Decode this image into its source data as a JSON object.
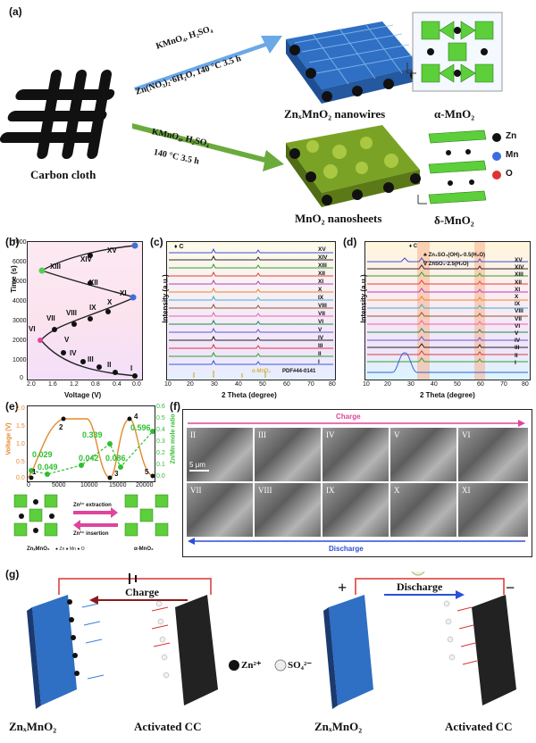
{
  "panel_a": {
    "label": "(a)",
    "carbon_cloth": "Carbon cloth",
    "top_arrow_line1": "KMnO₄, H₂SO₄",
    "top_arrow_line2": "Zn(NO₃)₂·6H₂O, 140 °C 3.5 h",
    "bottom_arrow_line1": "KMnO₄, H₂SO₄",
    "bottom_arrow_line2": "140 °C 3.5 h",
    "product_top": "ZnₓMnO₂ nanowires",
    "product_bottom": "MnO₂ nanosheets",
    "alpha": "α-MnO₂",
    "delta": "δ-MnO₂",
    "legend": [
      "Zn",
      "Mn",
      "O"
    ],
    "colors": {
      "arrow_top": "#5aa0e0",
      "arrow_bottom": "#6aab3c",
      "wires": "#2f6fc4",
      "sheets": "#6e9a22"
    }
  },
  "panel_b": {
    "label": "(b)",
    "ylabel": "Time (s)",
    "xlabel": "Voltage (V)",
    "yticks": [
      "0",
      "1000",
      "2000",
      "3000",
      "4000",
      "5000",
      "6000",
      "7000"
    ],
    "xticks": [
      "2.0",
      "1.6",
      "1.2",
      "0.8",
      "0.4",
      "0.0"
    ],
    "points": [
      "I",
      "II",
      "III",
      "IV",
      "V",
      "VI",
      "VII",
      "VIII",
      "IX",
      "X",
      "XI",
      "XII",
      "XIII",
      "XIV",
      "XV"
    ]
  },
  "panel_c": {
    "label": "(c)",
    "legend": "♦ C",
    "ylabel": "Intensity (a.u.)",
    "xlabel": "2 Theta (degree)",
    "xticks": [
      "10",
      "20",
      "30",
      "40",
      "50",
      "60",
      "70",
      "80"
    ],
    "ref": "α-MnO₂",
    "pdf": "PDF#44-0141",
    "curves": [
      "XV",
      "XIV",
      "XIII",
      "XII",
      "XI",
      "X",
      "IX",
      "VIII",
      "VII",
      "VI",
      "V",
      "IV",
      "III",
      "II",
      "I"
    ]
  },
  "panel_d": {
    "label": "(d)",
    "legend1": "♦ C",
    "legend2": "♣ Zn₄SO₄(OH)₆·0.5(H₂O)",
    "legend3": "∇ ZnSO₄·2.5(H₂O)",
    "ylabel": "Intensity (a.u.)",
    "xlabel": "2 Theta (degree)",
    "xticks": [
      "10",
      "20",
      "30",
      "40",
      "50",
      "60",
      "70",
      "80"
    ],
    "curves": [
      "XV",
      "XIV",
      "XIII",
      "XII",
      "XI",
      "X",
      "IX",
      "VIII",
      "VII",
      "VI",
      "V",
      "IV",
      "III",
      "II",
      "I"
    ]
  },
  "panel_e": {
    "label": "(e)",
    "ylabel_left": "Voltage (V)",
    "ylabel_right": "Zn/Mn mole ratio",
    "yticks_left": [
      "0.0",
      "0.5",
      "1.0",
      "1.5",
      "2.0"
    ],
    "yticks_right": [
      "0.0",
      "0.1",
      "0.2",
      "0.3",
      "0.4",
      "0.5",
      "0.6"
    ],
    "xticks": [
      "0",
      "5000",
      "10000",
      "15000",
      "20000"
    ],
    "values": [
      "0.029",
      "0.049",
      "0.042",
      "0.339",
      "0.086",
      "0.596"
    ],
    "points": [
      "1",
      "2",
      "3",
      "4",
      "5"
    ],
    "extraction": "Zn²⁺ extraction",
    "insertion": "Zn²⁺ insertion",
    "left_caption": "ZnₓMnO₂",
    "right_caption": "α-MnO₂",
    "atom_legend": "● Zn  ● Mn  ● O"
  },
  "panel_f": {
    "label": "(f)",
    "charge": "Charge",
    "discharge": "Discharge",
    "scalebar": "5 μm",
    "top_row": [
      "II",
      "III",
      "IV",
      "V",
      "VI"
    ],
    "bottom_row": [
      "VII",
      "VIII",
      "IX",
      "X",
      "XI"
    ]
  },
  "panel_g": {
    "label": "(g)",
    "charge": "Charge",
    "discharge": "Discharge",
    "plus": "+",
    "minus": "−",
    "left_anode": "ZnₓMnO₂",
    "left_cathode": "Activated CC",
    "right_anode": "ZnₓMnO₂",
    "right_cathode": "Activated CC",
    "legend_zn": "Zn²⁺",
    "legend_so4": "SO₄²⁻"
  }
}
